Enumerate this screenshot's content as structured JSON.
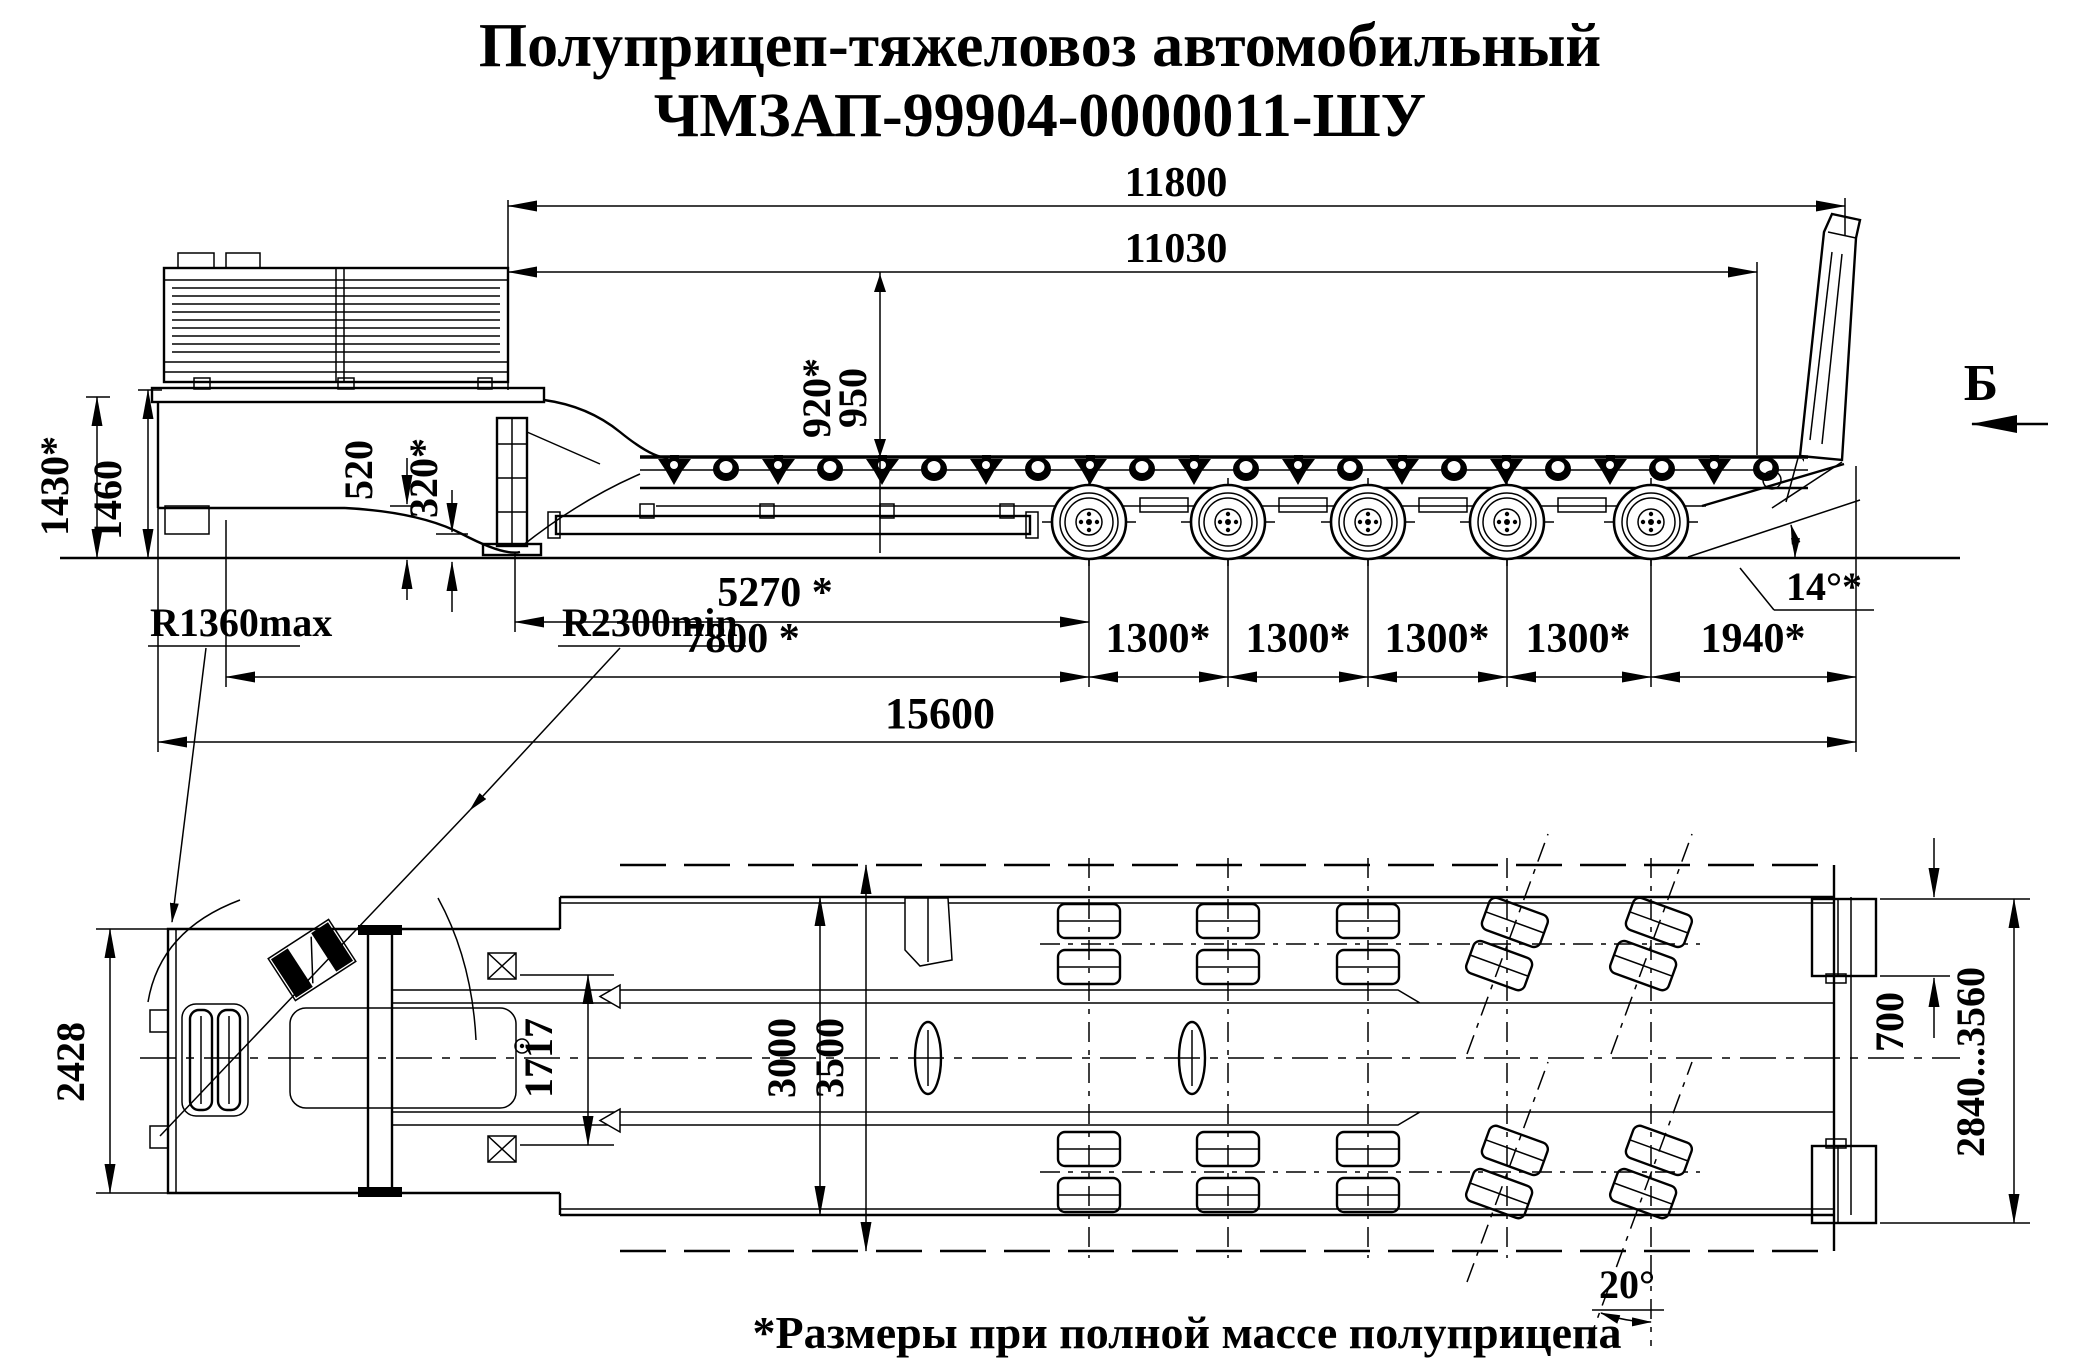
{
  "title": {
    "line1": "Полуприцеп-тяжеловоз автомобильный",
    "line2": "ЧМЗАП-99904-0000011-ШУ"
  },
  "footnote": "*Размеры при полной массе полуприцепа",
  "colors": {
    "ink": "#000000",
    "paper": "#ffffff"
  },
  "side_view": {
    "label": "Б",
    "dims": {
      "frame_length": "11800",
      "deck_length": "11030",
      "deck_height_laden": "920*",
      "deck_height_empty": "950",
      "frame_ground_clearance": "520",
      "neck_ground_clearance": "320*",
      "gooseneck_height_laden": "1430*",
      "gooseneck_height_empty": "1460",
      "kingpin_to_first_axle": "5270 *",
      "front_to_first_axle": "7800 *",
      "axle_spacing": "1300*",
      "rear_overhang": "1940*",
      "overall_length": "15600",
      "departure_angle": "14°*"
    }
  },
  "top_view": {
    "dims": {
      "gooseneck_width": "2428",
      "frame_width": "1717",
      "platform_width": "3000",
      "platform_width_widened": "3500",
      "ramp_width": "700",
      "ramp_track_range": "2840...3560",
      "axle_steer_angle": "20°",
      "gooseneck_swing_radius": "R1360max",
      "tractor_clearance_radius": "R2300min"
    }
  }
}
